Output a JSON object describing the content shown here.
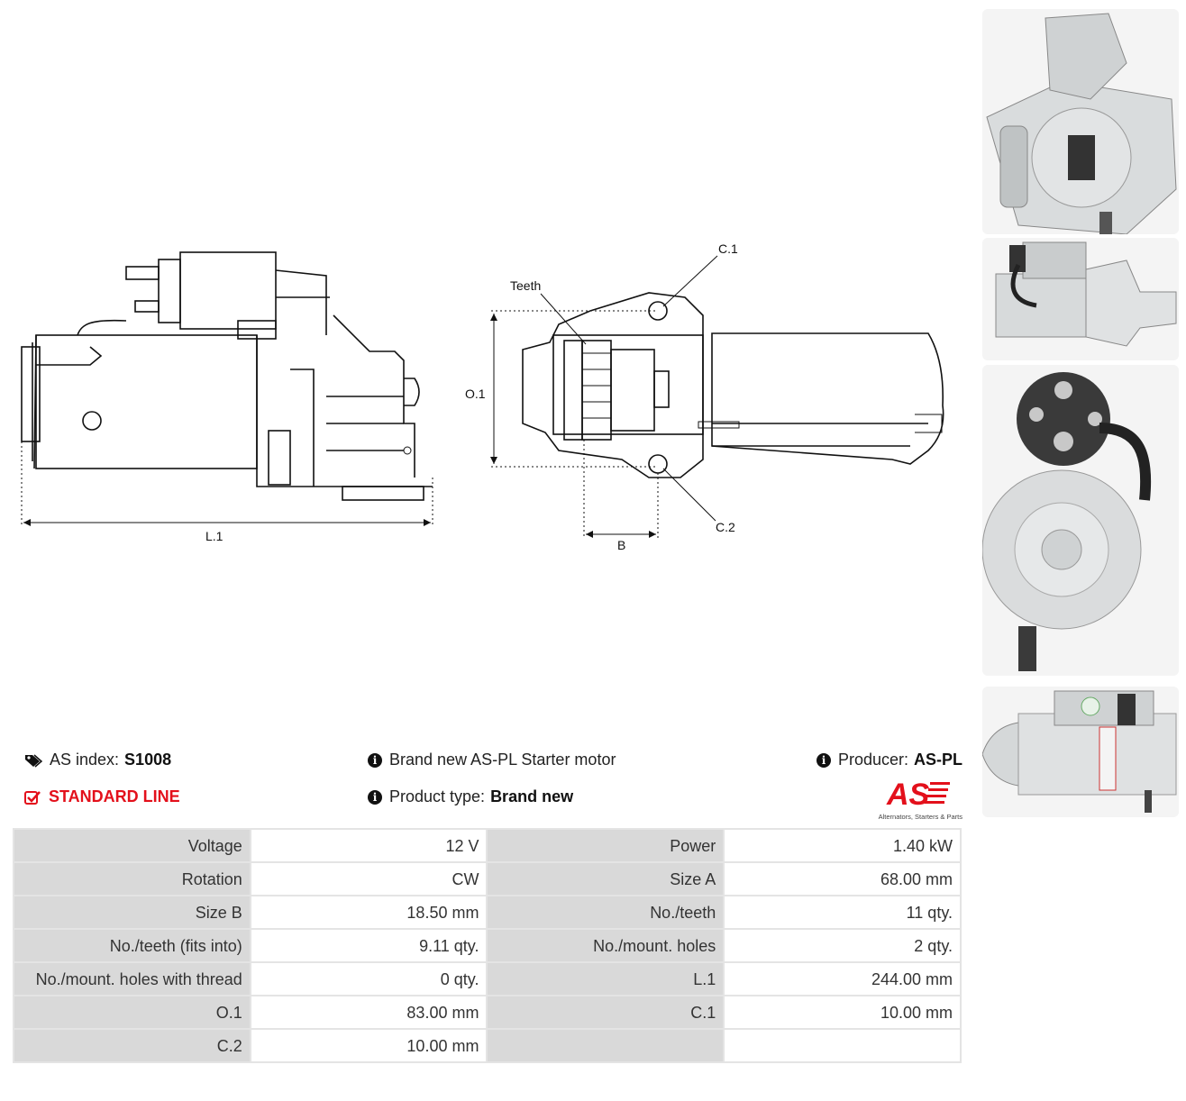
{
  "diagram_labels": {
    "l1": "L.1",
    "teeth": "Teeth",
    "c1": "C.1",
    "c2": "C.2",
    "o1": "O.1",
    "b": "B"
  },
  "header": {
    "as_index_label": "AS index:",
    "as_index_value": "S1008",
    "standard_line": "STANDARD LINE",
    "description": "Brand new AS-PL Starter motor",
    "product_type_label": "Product type:",
    "product_type_value": "Brand new",
    "producer_label": "Producer:",
    "producer_value": "AS-PL",
    "logo_text": "AS",
    "logo_tagline": "Alternators, Starters & Parts"
  },
  "icons": {
    "tag": "tags-icon",
    "check": "check-square-icon",
    "info": "info-circle-icon"
  },
  "colors": {
    "brand_red": "#e3101b",
    "header_cell": "#d9d9d9",
    "value_cell": "#ffffff"
  },
  "specs": [
    {
      "k1": "Voltage",
      "v1": "12 V",
      "k2": "Power",
      "v2": "1.40 kW"
    },
    {
      "k1": "Rotation",
      "v1": "CW",
      "k2": "Size A",
      "v2": "68.00 mm"
    },
    {
      "k1": "Size B",
      "v1": "18.50 mm",
      "k2": "No./teeth",
      "v2": "11 qty."
    },
    {
      "k1": "No./teeth (fits into)",
      "v1": "9.11 qty.",
      "k2": "No./mount. holes",
      "v2": "2 qty."
    },
    {
      "k1": "No./mount. holes with thread",
      "v1": "0 qty.",
      "k2": "L.1",
      "v2": "244.00 mm"
    },
    {
      "k1": "O.1",
      "v1": "83.00 mm",
      "k2": "C.1",
      "v2": "10.00 mm"
    },
    {
      "k1": "C.2",
      "v1": "10.00 mm",
      "k2": "",
      "v2": ""
    }
  ]
}
